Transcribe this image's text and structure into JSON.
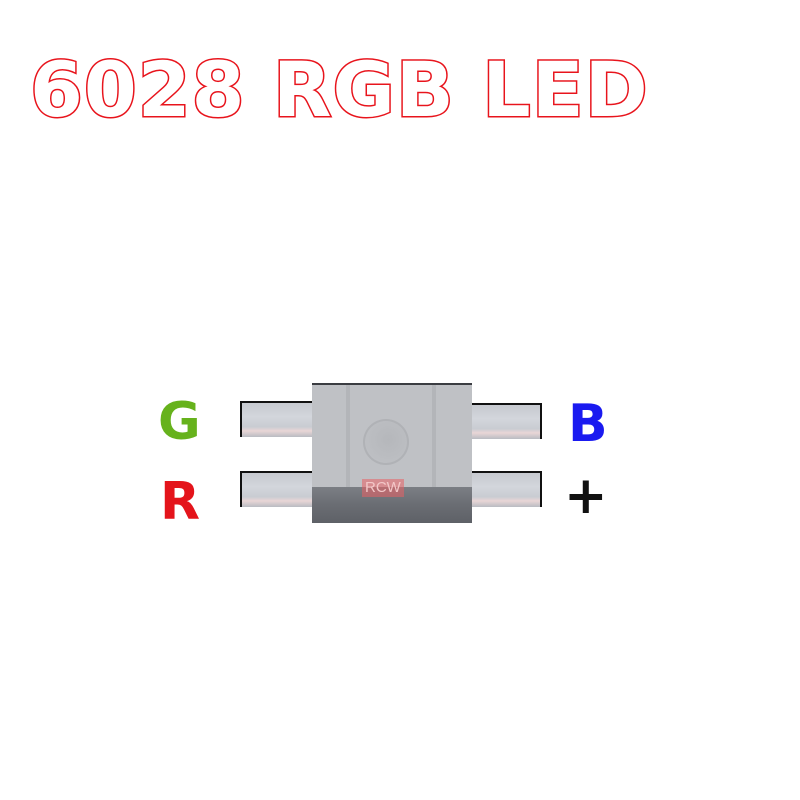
{
  "title": "6028 RGB LED",
  "colors": {
    "title_outline": "#e8141c",
    "green": "#66b21c",
    "red": "#e4141b",
    "blue": "#1a1af0",
    "black": "#111111",
    "body_gray": "#bfc1c5"
  },
  "component": {
    "package": "6028",
    "body_marking": "RCW",
    "pins": [
      {
        "position": "top-left",
        "label": "G"
      },
      {
        "position": "bottom-left",
        "label": "R"
      },
      {
        "position": "top-right",
        "label": "B"
      },
      {
        "position": "bottom-right",
        "label": "+"
      }
    ]
  }
}
